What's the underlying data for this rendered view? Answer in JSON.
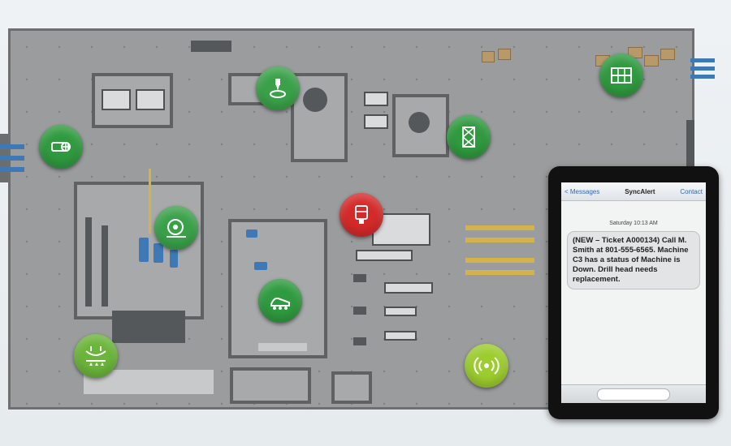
{
  "markers": [
    {
      "id": "turning",
      "icon": "lathe-icon",
      "color": "#2f9a3f"
    },
    {
      "id": "drilling",
      "icon": "drill-icon",
      "color": "#3aa149"
    },
    {
      "id": "storage",
      "icon": "pallet-rack-icon",
      "color": "#2f9a3f"
    },
    {
      "id": "tower",
      "icon": "tower-crane-icon",
      "color": "#2f9a3f"
    },
    {
      "id": "grinding",
      "icon": "grinding-wheel-icon",
      "color": "#3aa149"
    },
    {
      "id": "machine-c3",
      "icon": "vise-icon",
      "color": "#d42a2a"
    },
    {
      "id": "conveyor",
      "icon": "conveyor-icon",
      "color": "#2f9a3f"
    },
    {
      "id": "press",
      "icon": "press-icon",
      "color": "#6bb53a"
    },
    {
      "id": "sensor",
      "icon": "wireless-sensor-icon",
      "color": "#9ccc2e"
    }
  ],
  "tablet": {
    "nav_back": "< Messages",
    "nav_title": "SyncAlert",
    "nav_contact": "Contact",
    "timestamp": "Saturday 10:13 AM",
    "message": "(NEW – Ticket A000134) Call M. Smith at 801-555-6565. Machine C3 has a status of Machine is Down. Drill head needs replacement."
  }
}
